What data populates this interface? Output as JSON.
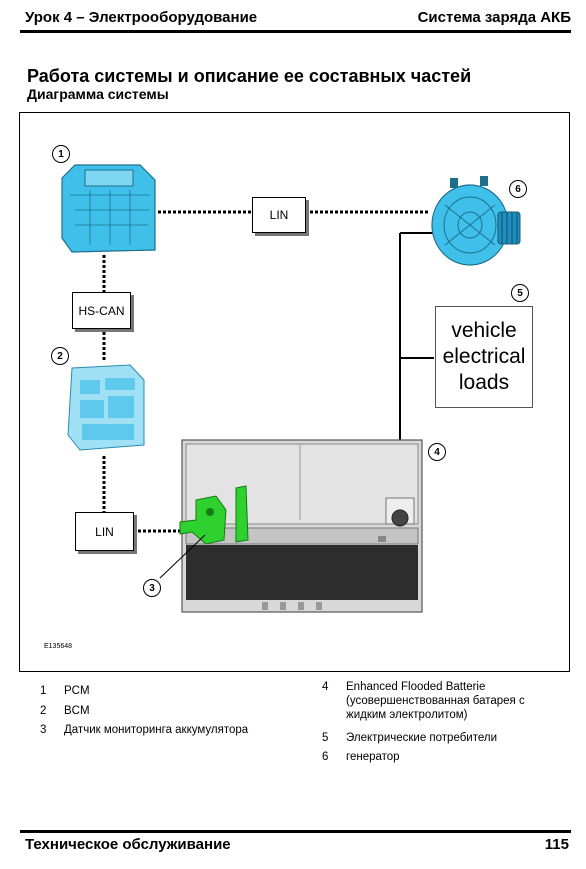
{
  "header": {
    "left": "Урок 4 – Электрооборудование",
    "right": "Система заряда АКБ"
  },
  "section": {
    "title": "Работа системы и описание ее составных частей",
    "subtitle": "Диаграмма системы"
  },
  "diagram": {
    "lin_top": "LIN",
    "hs_can": "HS-CAN",
    "lin_bottom": "LIN",
    "loads_text": "vehicle electrical loads",
    "image_code": "E135648",
    "callouts": [
      "1",
      "2",
      "3",
      "4",
      "5",
      "6"
    ]
  },
  "legend": [
    {
      "num": "1",
      "text": "PCM"
    },
    {
      "num": "2",
      "text": "BCM"
    },
    {
      "num": "3",
      "text": "Датчик мониторинга аккумулятора"
    },
    {
      "num": "4",
      "text": "Enhanced Flooded Batterie (усовершенствованная батарея с жидким электролитом)"
    },
    {
      "num": "5",
      "text": "Электрические потребители"
    },
    {
      "num": "6",
      "text": "генератор"
    }
  ],
  "footer": {
    "left": "Техническое обслуживание",
    "page": "115"
  },
  "colors": {
    "module": "#33b8e6",
    "sensor": "#2fd12f",
    "battery": "#cfcfcf"
  }
}
